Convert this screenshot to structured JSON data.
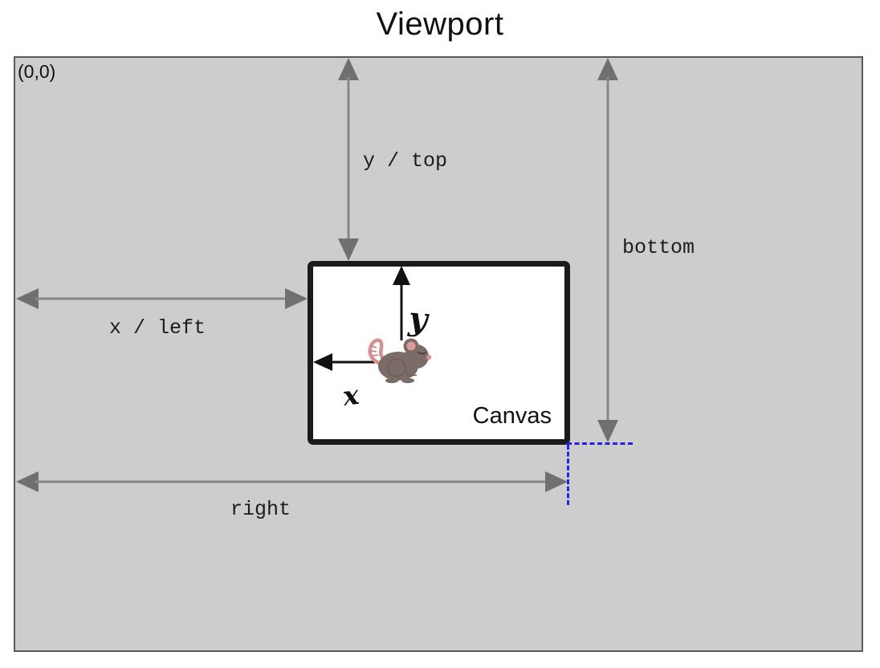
{
  "title": "Viewport",
  "viewport": {
    "origin_label": "(0,0)",
    "labels": {
      "y_top": "y / top",
      "bottom": "bottom",
      "x_left": "x / left",
      "right": "right"
    }
  },
  "canvas": {
    "label": "Canvas",
    "y_axis": "y",
    "x_axis": "x"
  },
  "icons": {
    "mouse": "mouse-icon"
  },
  "colors": {
    "viewport_bg": "#cdcdcd",
    "viewport_border": "#59595b",
    "arrow_gray": "#6e7072",
    "arrow_shaft": "#85878a",
    "canvas_bg": "#ffffff",
    "canvas_border": "#1b1b1d",
    "axis_black": "#111111",
    "guide_blue": "#2323e6",
    "text_black": "#111111"
  }
}
